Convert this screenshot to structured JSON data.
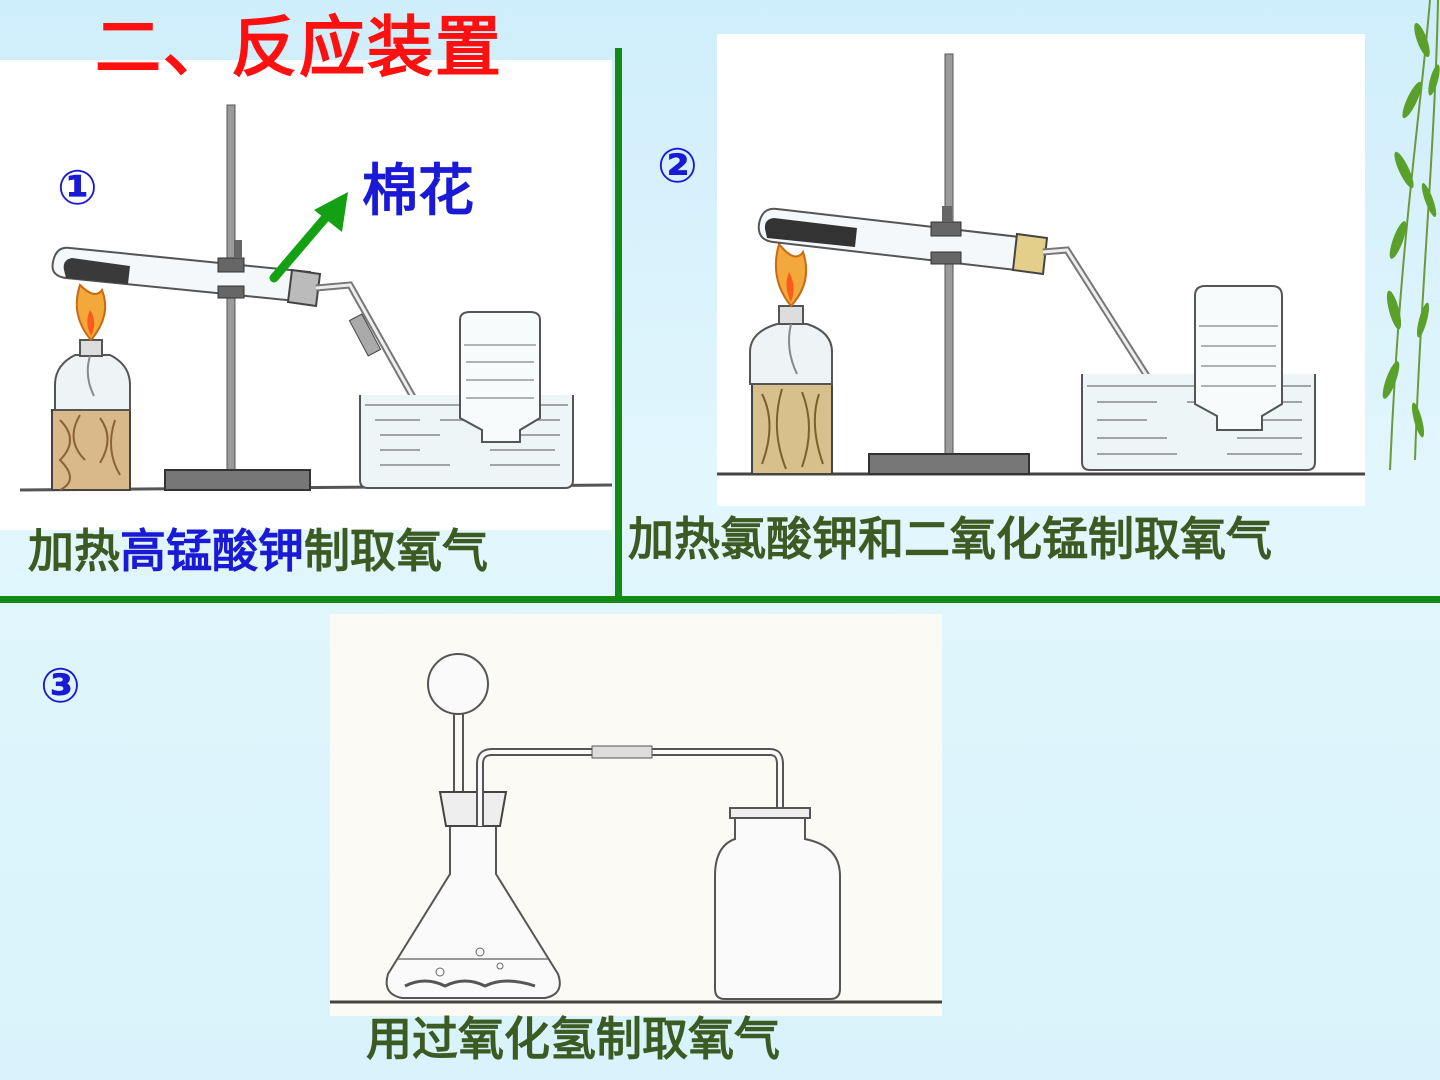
{
  "slide": {
    "title": "二、反应装置"
  },
  "colors": {
    "title": "#ff1010",
    "number": "#1a1ad6",
    "caption": "#3b5b22",
    "highlight": "#1a1ad6",
    "divider": "#138a13",
    "arrow": "#13a013"
  },
  "panels": {
    "p1": {
      "number": "①",
      "annotation": "棉花",
      "caption_prefix": "加热",
      "caption_highlight": "高锰酸钾",
      "caption_suffix": "制取氧气"
    },
    "p2": {
      "number": "②",
      "caption": "加热氯酸钾和二氧化锰制取氧气"
    },
    "p3": {
      "number": "③",
      "caption": "用过氧化氢制取氧气"
    }
  },
  "icons": {
    "decoration": "willow-branch-icon",
    "apparatus_1": "alcohol-lamp-test-tube-apparatus-icon",
    "apparatus_2": "alcohol-lamp-test-tube-apparatus-icon",
    "apparatus_3": "conical-flask-gas-bottle-apparatus-icon"
  }
}
